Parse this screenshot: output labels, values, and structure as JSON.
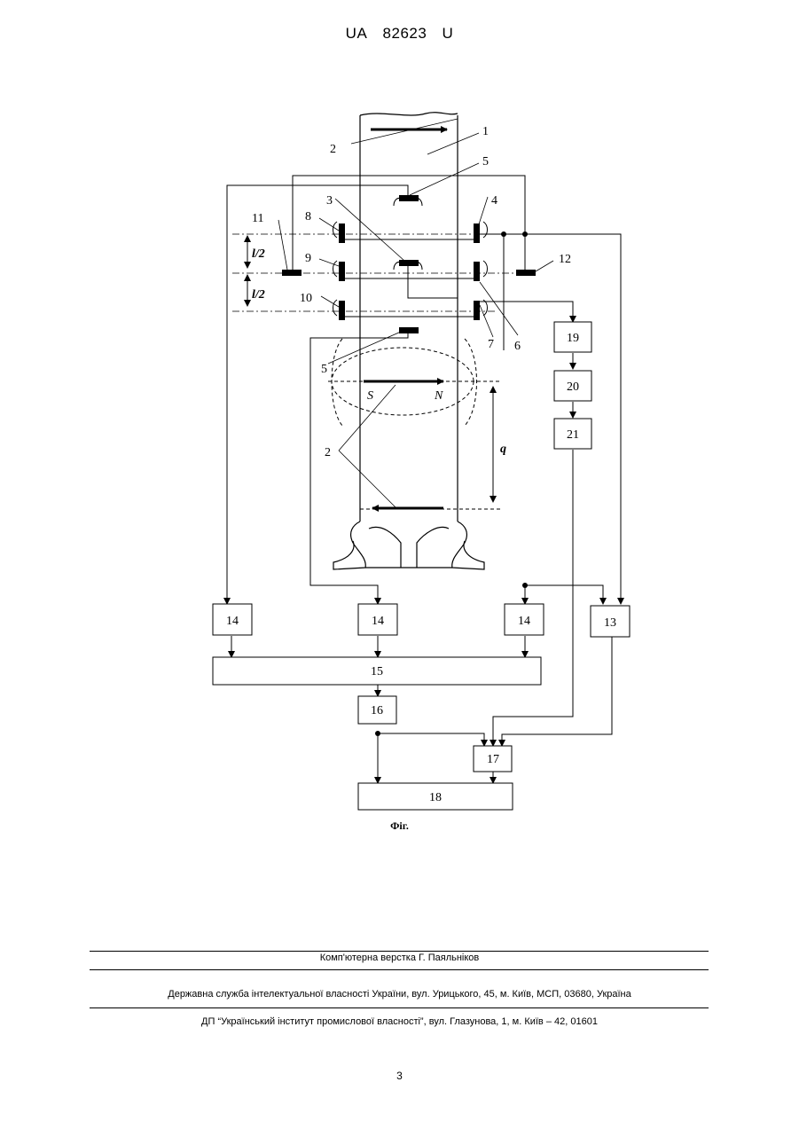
{
  "header": {
    "prefix": "UA",
    "number": "82623",
    "kind": "U"
  },
  "figure": {
    "caption": "Фіг.",
    "labels": {
      "l1": "1",
      "l2a": "2",
      "l2b": "2",
      "l3": "3",
      "l4": "4",
      "l5a": "5",
      "l5b": "5",
      "l6": "6",
      "l7": "7",
      "l8": "8",
      "l9": "9",
      "l10": "10",
      "l11": "11",
      "l12": "12",
      "half1": "l/2",
      "half2": "l/2",
      "q": "q",
      "S": "S",
      "N": "N"
    },
    "blocks": {
      "b14a": "14",
      "b14b": "14",
      "b14c": "14",
      "b13": "13",
      "b15": "15",
      "b16": "16",
      "b17": "17",
      "b18": "18",
      "b19": "19",
      "b20": "20",
      "b21": "21"
    }
  },
  "footer": {
    "layout": "Комп'ютерна верстка Г. Паяльніков",
    "office": "Державна служба інтелектуальної власності України, вул. Урицького, 45, м. Київ, МСП, 03680, Україна",
    "institute": "ДП “Український інститут промислової власності”, вул. Глазунова, 1, м. Київ – 42, 01601"
  },
  "page_number": "3"
}
